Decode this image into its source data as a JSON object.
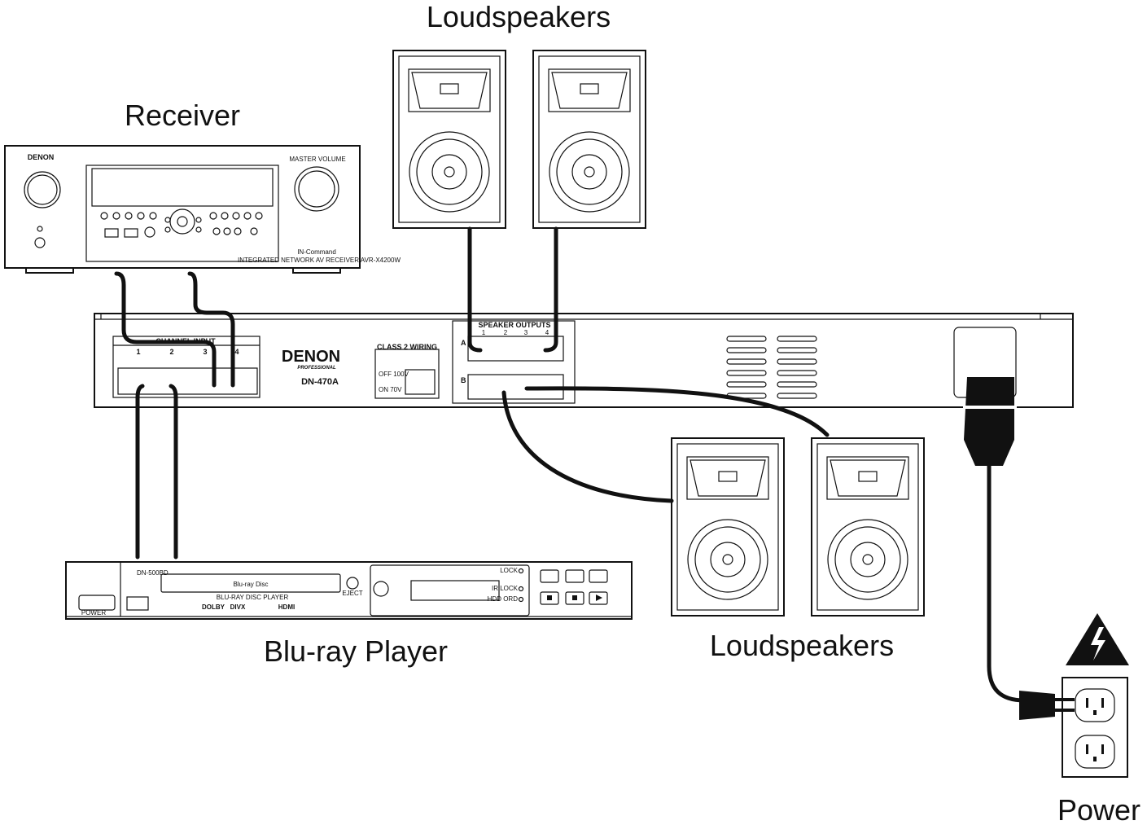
{
  "labels": {
    "loudspeakers_top": "Loudspeakers",
    "receiver": "Receiver",
    "bluray": "Blu-ray Player",
    "loudspeakers_bottom": "Loudspeakers",
    "power": "Power"
  },
  "receiver": {
    "brand": "DENON",
    "in_command": "IN-Command",
    "master_volume": "MASTER VOLUME",
    "model_line": "INTEGRATED NETWORK AV RECEIVER AVR-X4200W"
  },
  "amplifier": {
    "brand": "DENON",
    "professional": "PROFESSIONAL",
    "model": "DN-470A",
    "channel_input": "CHANNEL INPUT",
    "ch1": "1",
    "ch2": "2",
    "ch3": "3",
    "ch4": "4",
    "speaker_outputs": "SPEAKER OUTPUTS",
    "out1": "1",
    "out2": "2",
    "out3": "3",
    "out4": "4",
    "row_a": "A",
    "row_b": "B",
    "class2": "CLASS 2 WIRING",
    "off100": "OFF 100V",
    "on70": "ON 70V"
  },
  "bluray_player": {
    "model": "DN-500BD",
    "bluray_logo": "Blu-ray Disc",
    "caption": "BLU-RAY DISC PLAYER",
    "eject": "EJECT",
    "power": "POWER",
    "lock": "LOCK",
    "ir_lock": "IR LOCK",
    "hdd": "HDD ORD",
    "dolby": "DOLBY",
    "divx": "DIVX",
    "hdmi": "HDMI"
  },
  "colors": {
    "line": "#111111",
    "background": "#ffffff"
  }
}
